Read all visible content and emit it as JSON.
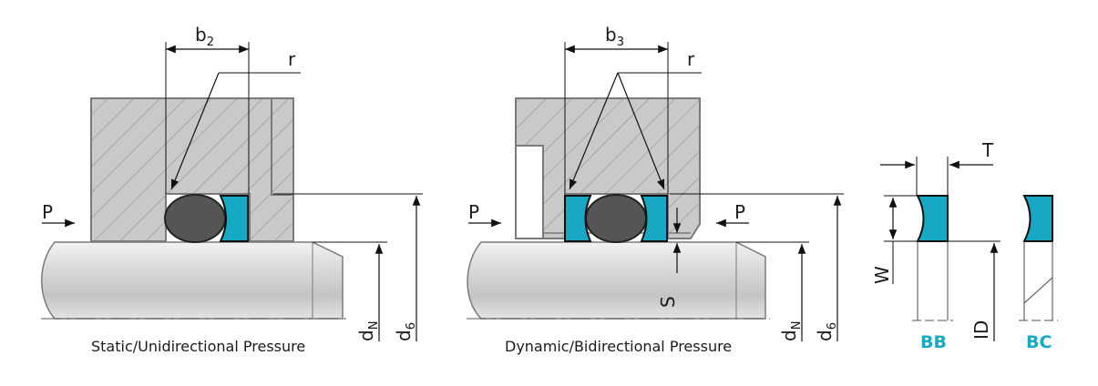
{
  "left": {
    "caption": "Static/Unidirectional Pressure",
    "width_label": "b",
    "width_sub": "2",
    "radius_label": "r",
    "pressure_label": "P",
    "dn_label": "d",
    "dn_sub": "N",
    "d6_label": "d",
    "d6_sub": "6"
  },
  "middle": {
    "caption": "Dynamic/Bidirectional Pressure",
    "width_label": "b",
    "width_sub": "3",
    "radius_label": "r",
    "pressure_left_label": "P",
    "pressure_right_label": "P",
    "gap_label": "S",
    "dn_label": "d",
    "dn_sub": "N",
    "d6_label": "d",
    "d6_sub": "6"
  },
  "right": {
    "thickness_label": "T",
    "width_label": "W",
    "id_label": "ID",
    "profile_bb": "BB",
    "profile_bc": "BC"
  },
  "colors": {
    "seal_ring": "#17a9c4",
    "o_ring": "#555555",
    "housing": "#c8c8c8",
    "tag": "#17a9c4"
  }
}
